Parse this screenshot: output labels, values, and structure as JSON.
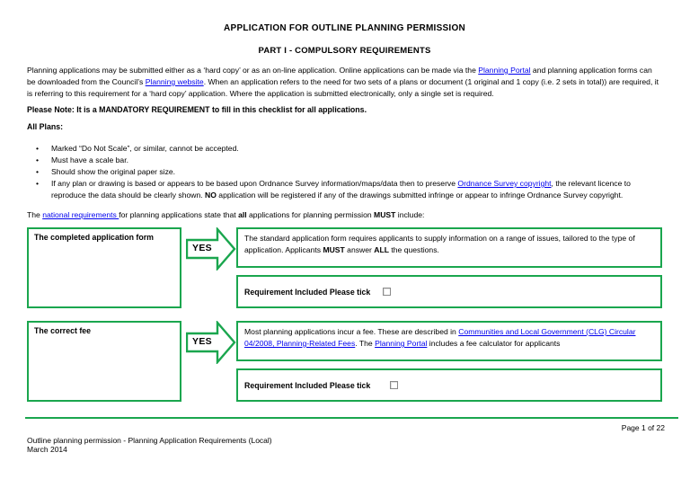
{
  "colors": {
    "accent_green": "#1aa64e",
    "link_blue": "#0000ee"
  },
  "header": {
    "title": "APPLICATION FOR OUTLINE PLANNING PERMISSION",
    "subtitle": "PART I - COMPULSORY REQUIREMENTS"
  },
  "intro": [
    {
      "t": "Planning applications may be submitted either as a ‘hard copy’ or as an on-line application. Online applications can be made via the ",
      "s": ""
    },
    {
      "t": "Planning Portal",
      "s": "a"
    },
    {
      "t": " and planning application forms can be downloaded from the Council’s ",
      "s": ""
    },
    {
      "t": "Planning website",
      "s": "a"
    },
    {
      "t": ". When an application refers to the need for two sets of a plans or document (1 original and 1 copy (i.e. 2 sets in total)) are required, it is referring to this requirement for a ‘hard copy’ application.  Where the application is submitted electronically, only a single set is required.",
      "s": ""
    }
  ],
  "mandatory_note": "Please Note: It is a MANDATORY REQUIREMENT to fill in this checklist for all applications.",
  "all_plans": {
    "heading": "All Plans:",
    "bullets": [
      [
        {
          "t": "Marked “Do Not Scale”, or similar, cannot be accepted.",
          "s": ""
        }
      ],
      [
        {
          "t": "Must have a scale bar.",
          "s": ""
        }
      ],
      [
        {
          "t": "Should show the original paper size.",
          "s": ""
        }
      ],
      [
        {
          "t": "If any plan or drawing is based or appears to be based upon Ordnance Survey information/maps/data then to preserve ",
          "s": ""
        },
        {
          "t": "Ordnance Survey copyright",
          "s": "a"
        },
        {
          "t": ", the relevant licence to reproduce the data should be clearly shown.  ",
          "s": ""
        },
        {
          "t": "NO",
          "s": "b"
        },
        {
          "t": " application will be registered if any of the drawings submitted infringe or appear to infringe Ordnance Survey copyright.",
          "s": ""
        }
      ]
    ]
  },
  "requirements_intro": [
    {
      "t": "The ",
      "s": ""
    },
    {
      "t": "national requirements ",
      "s": "a"
    },
    {
      "t": "for planning applications state that ",
      "s": ""
    },
    {
      "t": "all",
      "s": "b"
    },
    {
      "t": " applications for planning permission ",
      "s": ""
    },
    {
      "t": "MUST",
      "s": "b"
    },
    {
      "t": " include:",
      "s": ""
    }
  ],
  "requirements": [
    {
      "label": "The completed application form",
      "arrow": "YES",
      "description": [
        {
          "t": "The standard application form requires applicants to supply information on a range of issues, tailored to the type of application. Applicants ",
          "s": ""
        },
        {
          "t": "MUST",
          "s": "b"
        },
        {
          "t": " answer ",
          "s": ""
        },
        {
          "t": "ALL",
          "s": "b"
        },
        {
          "t": " the questions.",
          "s": ""
        }
      ],
      "tick_label": "Requirement Included Please tick",
      "checkbox_checked": false
    },
    {
      "label": "The correct fee",
      "arrow": "YES",
      "description": [
        {
          "t": "Most planning applications incur a fee. These are described in ",
          "s": ""
        },
        {
          "t": "Communities and Local Government (CLG) Circular 04/2008, Planning-Related Fees",
          "s": "a"
        },
        {
          "t": ". The ",
          "s": ""
        },
        {
          "t": "Planning Portal",
          "s": "a"
        },
        {
          "t": " includes a fee calculator for applicants",
          "s": ""
        }
      ],
      "tick_label": "Requirement Included Please tick",
      "checkbox_checked": false
    }
  ],
  "footer": {
    "page": "Page 1 of 22",
    "doc_title": "Outline planning permission - Planning Application Requirements (Local)",
    "date": "March 2014"
  }
}
